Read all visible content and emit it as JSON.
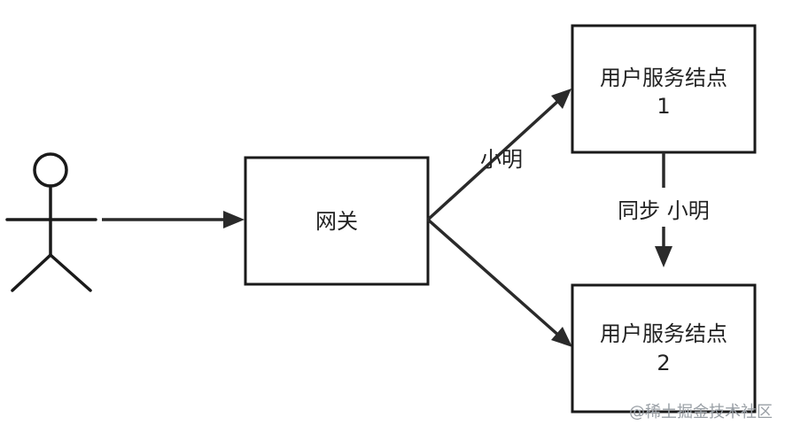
{
  "nodes": {
    "gateway": {
      "label": "网关"
    },
    "user_service_1": {
      "line1": "用户服务结点",
      "line2": "1"
    },
    "user_service_2": {
      "line1": "用户服务结点",
      "line2": "2"
    }
  },
  "edges": {
    "gateway_to_service_1": {
      "label": "小明"
    },
    "service_1_to_service_2": {
      "label": "同步 小明"
    }
  },
  "watermark": "@稀土掘金技术社区"
}
